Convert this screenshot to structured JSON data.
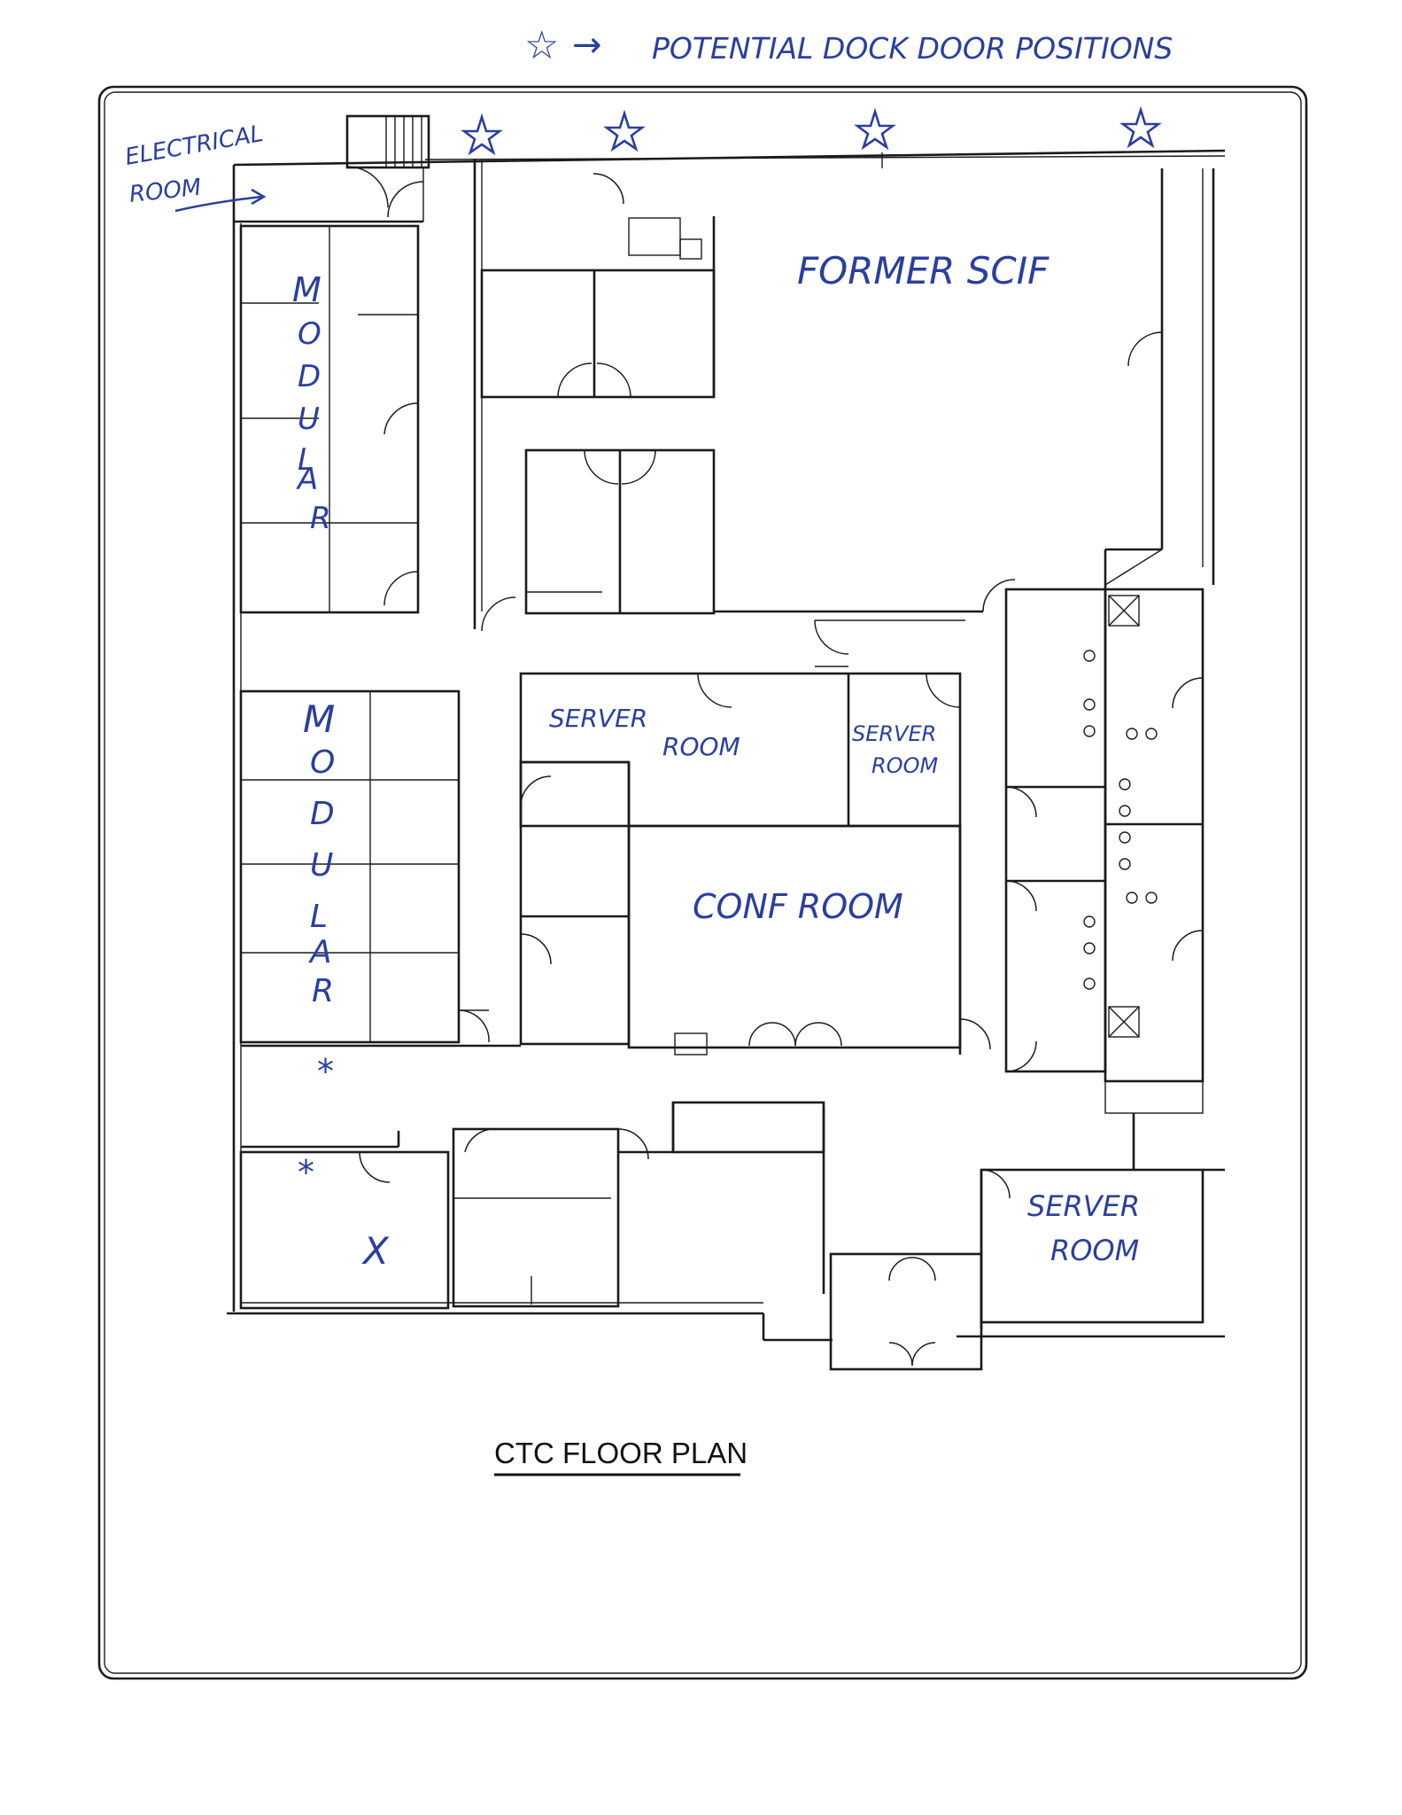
{
  "legend": {
    "symbol": "☆",
    "arrow": "→",
    "text": "POTENTIAL DOCK DOOR POSITIONS"
  },
  "labels": {
    "electrical_room_1": "ELECTRICAL",
    "electrical_room_2": "ROOM",
    "modular_top": [
      "M",
      "O",
      "D",
      "U",
      "L",
      "A",
      "R"
    ],
    "modular_bottom": [
      "M",
      "O",
      "D",
      "U",
      "L",
      "A",
      "R"
    ],
    "former_scif": "FORMER SCIF",
    "server_room_a_1": "SERVER",
    "server_room_a_2": "ROOM",
    "server_room_b_1": "SERVER",
    "server_room_b_2": "ROOM",
    "server_room_c_1": "SERVER",
    "server_room_c_2": "ROOM",
    "conf_room": "CONF ROOM",
    "marks": [
      "*",
      "*",
      "X"
    ]
  },
  "title": "CTC FLOOR PLAN",
  "colors": {
    "ink": "#2a3f9e",
    "lines": "#1b1b1b"
  }
}
